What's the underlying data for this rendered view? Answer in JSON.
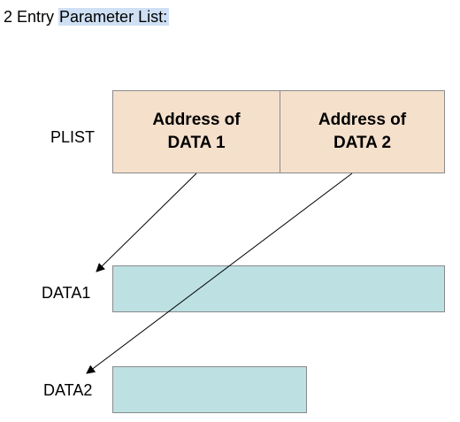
{
  "heading": {
    "prefix": "2 Entry ",
    "highlighted": "Parameter List:"
  },
  "plist": {
    "label": "PLIST",
    "cells": [
      {
        "line1": "Address of",
        "line2": "DATA 1"
      },
      {
        "line1": "Address of",
        "line2": "DATA 2"
      }
    ]
  },
  "data1": {
    "label": "DATA1"
  },
  "data2": {
    "label": "DATA2"
  },
  "colors": {
    "plist_fill": "#f5e0cc",
    "data_fill": "#bde0e3",
    "border": "#8a8a8a",
    "highlight": "#cfe0f5"
  }
}
